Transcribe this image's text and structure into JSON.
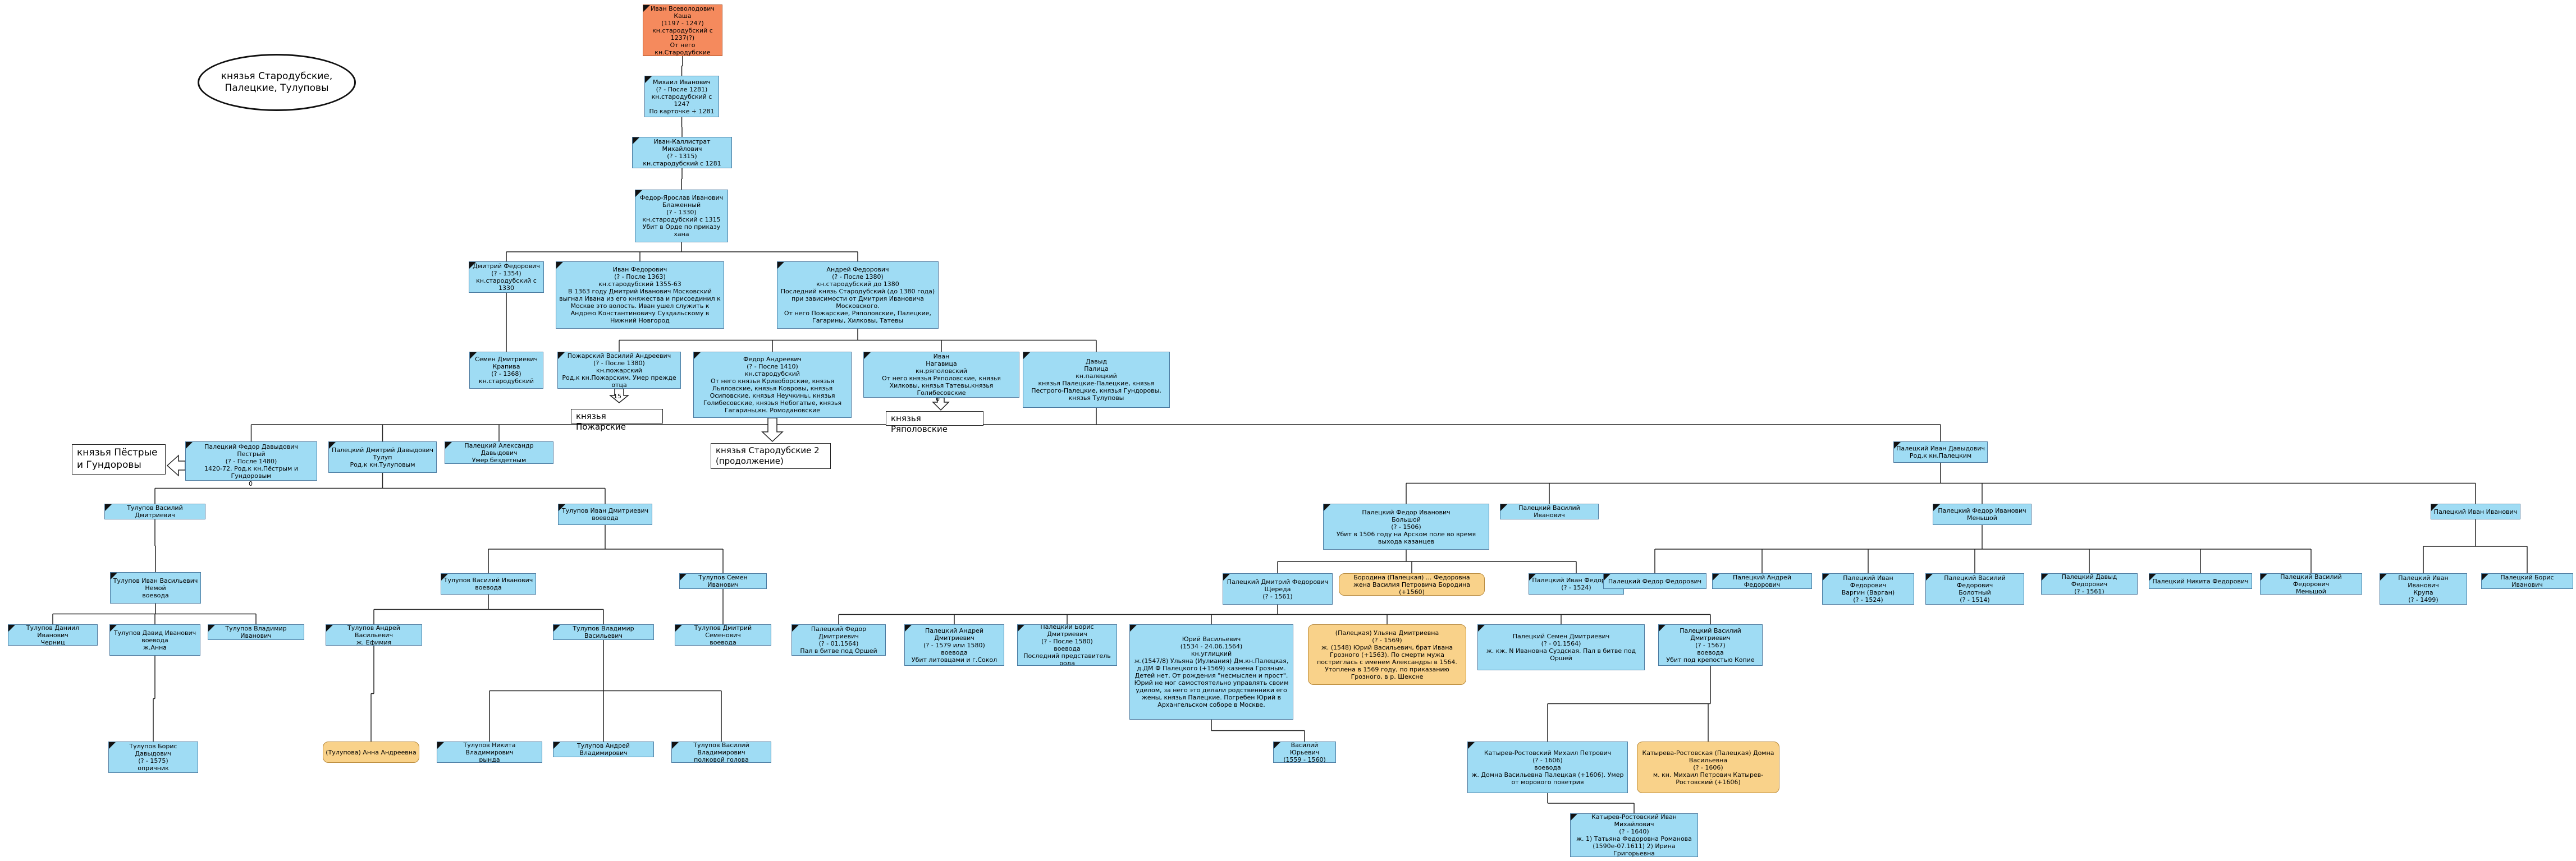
{
  "title": "князья Стародубские,\nПалецкие, Тулуповы",
  "colors": {
    "male": "#9fdcf4",
    "female": "#f9d28a",
    "root": "#f58a5d",
    "border": "#4a7aa0"
  },
  "nodes": [
    {
      "id": "ivan_kasha",
      "kind": "root",
      "text": "Иван Всеволодович\nКаша\n(1197 - 1247)\nкн.стародубский с 1237(?)\nОт него кн.Стародубские"
    },
    {
      "id": "mikhail",
      "text": "Михаил Иванович\n(? - После 1281)\nкн.стародубский с 1247\nПо карточке + 1281"
    },
    {
      "id": "ivan_kallistrat",
      "text": "Иван-Каллистрат Михайлович\n(? - 1315)\nкн.стародубский с 1281"
    },
    {
      "id": "fedor_blazh",
      "text": "Федор-Ярослав Иванович\nБлаженный\n(? - 1330)\nкн.стародубский с 1315\nУбит в Орде по приказу хана"
    },
    {
      "id": "dmitry_f",
      "text": "Дмитрий Федорович\n(? - 1354)\nкн.стародубский с 1330"
    },
    {
      "id": "ivan_f",
      "text": "Иван Федорович\n(? - После 1363)\nкн.стародубский 1355-63\nВ 1363 году Дмитрий Иванович Московский выгнал Ивана из его княжества и присоединил к Москве это волость. Иван ушел служить к Андрею Константиновичу Суздальскому в Нижний Новгород"
    },
    {
      "id": "andrey_f",
      "text": "Андрей Федорович\n(? - После 1380)\nкн.стародубский до 1380\nПоследний князь Стародубский (до 1380 года) при зависимости от Дмитрия Ивановича Московского.\nОт него Пожарские, Ряполовские, Палецкие, Гагарины, Хилковы, Татевы"
    },
    {
      "id": "semen_d",
      "text": "Семен Дмитриевич\nКрапива\n(? - 1368)\nкн.стародубский"
    },
    {
      "id": "vasily_pozh",
      "text": "Пожарский Василий Андреевич\n(? - После 1380)\nкн.пожарский\nРод.к кн.Пожарским. Умер прежде отца"
    },
    {
      "id": "fedor_a",
      "text": "Федор Андреевич\n(? - После 1410)\nкн.стародубский\nОт него князья Кривоборские, князья Льяловские, князья Ковровы, князья Осиповские, князья Неучкины, князья Голибесовские, князья Небогатые, князья Гагарины,кн. Ромодановские"
    },
    {
      "id": "ivan_a",
      "text": "Иван\nНагавица\nкн.ряполовский\nОт него князья Ряполовские, князья Хилковы, князья Татевы,князья Голибесовские"
    },
    {
      "id": "david",
      "text": "Давыд\nПалица\nкн.палецкий\nкнязья Палецкие-Палецкие, князья Пестрого-Палецкие, князья Гундоровы, князья Тулуповы"
    },
    {
      "id": "fedor_pestry",
      "text": "Палецкий Федор Давыдович\nПестрый\n(? - После 1480)\n1420-72. Род.к кн.Пёстрым и Гундоровым"
    },
    {
      "id": "dmitry_tulup",
      "text": "Палецкий Дмитрий Давыдович\nТулуп\nРод.к кн.Тулуповым"
    },
    {
      "id": "alexandr_d",
      "text": "Палецкий Александр Давыдович\nУмер бездетным"
    },
    {
      "id": "ivan_d",
      "text": "Палецкий Иван Давыдович\nРод.к кн.Палецким"
    },
    {
      "id": "vasily_dm",
      "text": "Тулупов Василий Дмитриевич"
    },
    {
      "id": "ivan_dm_voev",
      "text": "Тулупов Иван Дмитриевич\nвоевода"
    },
    {
      "id": "fedor_iv_bol",
      "text": "Палецкий Федор Иванович\nБольшой\n(? - 1506)\nУбит в 1506 году на Арском поле во время выхода казанцев"
    },
    {
      "id": "vasily_iv_p",
      "text": "Палецкий Василий Иванович"
    },
    {
      "id": "fedor_iv_men",
      "text": "Палецкий Федор Иванович\nМеньшой"
    },
    {
      "id": "ivan_iv_p",
      "text": "Палецкий Иван Иванович"
    },
    {
      "id": "ivan_vas_nem",
      "text": "Тулупов Иван Васильевич\nНемой\nвоевода"
    },
    {
      "id": "vasily_iv_voev",
      "text": "Тулупов Василий Иванович\nвоевода"
    },
    {
      "id": "semen_iv_t",
      "text": "Тулупов Семен Иванович"
    },
    {
      "id": "dmitry_fed_sh",
      "text": "Палецкий Дмитрий Федорович\nЩереда\n(? - 1561)"
    },
    {
      "id": "borodina",
      "kind": "female",
      "text": "Бородина (Палецкая) ... Федоровна\nжена Василия Петровича Бородина (+1560)"
    },
    {
      "id": "ivan_fed_p",
      "text": "Палецкий Иван Федорович\n(? - 1524)"
    },
    {
      "id": "fedor_fed_p",
      "text": "Палецкий Федор Федорович"
    },
    {
      "id": "andrey_fed_p",
      "text": "Палецкий Андрей Федорович"
    },
    {
      "id": "ivan_fed_varg",
      "text": "Палецкий Иван Федорович\nВаргин (Варган)\n(? - 1524)"
    },
    {
      "id": "vasily_fed_bol",
      "text": "Палецкий Василий Федорович\nБолотный\n(? - 1514)"
    },
    {
      "id": "david_fed_p",
      "text": "Палецкий Давыд Федорович\n(? - 1561)"
    },
    {
      "id": "nikita_fed_p",
      "text": "Палецкий Никита Федорович"
    },
    {
      "id": "vasily_fed_men",
      "text": "Палецкий Василий Федорович\nМеньшой"
    },
    {
      "id": "ivan_iv_krup",
      "text": "Палецкий Иван Иванович\nКрупа\n(? - 1499)"
    },
    {
      "id": "boris_iv_p",
      "text": "Палецкий Борис Иванович"
    },
    {
      "id": "danila_iv",
      "text": "Тулупов Даниил Иванович\nЧерниц"
    },
    {
      "id": "david_iv",
      "text": "Тулупов Давид Иванович\nвоевода\nж.Анна"
    },
    {
      "id": "vladimir_iv",
      "text": "Тулупов Владимир Иванович"
    },
    {
      "id": "andrey_vas",
      "text": "Тулупов Андрей Васильевич\nж. Ефимия"
    },
    {
      "id": "vladimir_vas",
      "text": "Тулупов Владимир Васильевич"
    },
    {
      "id": "dmitry_sem",
      "text": "Тулупов Дмитрий Семенович\nвоевода"
    },
    {
      "id": "fedor_dm_p",
      "text": "Палецкий Федор Дмитриевич\n(? - 01.1564)\nПал в битве под Оршей"
    },
    {
      "id": "andrey_dm_p",
      "text": "Палецкий Андрей Дмитриевич\n(? - 1579 или 1580)\nвоевода\nУбит литовцами и г.Сокол"
    },
    {
      "id": "boris_dm_p",
      "text": "Палецкий Борис Дмитриевич\n(? - После 1580)\nвоевода\nПоследний представитель рода"
    },
    {
      "id": "yury_vas",
      "text": "Юрий Васильевич\n(1534 - 24.06.1564)\nкн.углицкий\nж.(1547/8) Ульяна (Иулиания) Дм.кн.Палецкая, д.ДМ Ф Палецкого (+1569) казнена Грозным. Детей нет. От рождения \"несмыслен и прост\". Юрий не мог самостоятельно управлять своим уделом, за него это делали родственники его жены, князья Палецкие. Погребен Юрий в Архангельском соборе в Москве."
    },
    {
      "id": "ulyana",
      "kind": "female",
      "text": "(Палецкая) Ульяна Дмитриевна\n(? - 1569)\nж. (1548) Юрий Васильевич, брат Ивана Грозного (+1563). По смерти мужа постриглась с именем Александры в 1564. Утоплена в 1569 году, по приказанию Грозного, в р. Шексне"
    },
    {
      "id": "semen_dm_p",
      "text": "Палецкий Семен Дмитриевич\n(? - 01.1564)\nж. кж. N Ивановна Суздская. Пал в битве под Оршей"
    },
    {
      "id": "vasily_dm_p",
      "text": "Палецкий Василий Дмитриевич\n(? - 1567)\nвоевода\nУбит под крепостью Копие"
    },
    {
      "id": "boris_dav",
      "text": "Тулупов Борис Давыдович\n(? - 1575)\nопричник"
    },
    {
      "id": "anna_andr",
      "kind": "female",
      "text": "(Тулупова) Анна Андреевна"
    },
    {
      "id": "nikita_vlad",
      "text": "Тулупов Никита Владимирович\nрында"
    },
    {
      "id": "andrey_vlad",
      "text": "Тулупов Андрей Владимирович"
    },
    {
      "id": "vasily_vlad",
      "text": "Тулупов Василий Владимирович\nполковой голова"
    },
    {
      "id": "vasily_yur",
      "text": "Василий Юрьевич\n(1559 - 1560)"
    },
    {
      "id": "katyrev_mikh",
      "text": "Катырев-Ростовский Михаил Петрович\n(? - 1606)\nвоевода\nж. Домна Васильевна Палецкая (+1606). Умер от морового поветрия"
    },
    {
      "id": "domna",
      "kind": "female",
      "text": "Катырева-Ростовская (Палецкая) Домна Васильевна\n(? - 1606)\nм. кн. Михаил Петрович Катырев-Ростовский (+1606)"
    },
    {
      "id": "katyrev_ivan",
      "text": "Катырев-Ростовский Иван Михайлович\n(? - 1640)\nж. 1) Татьяна Федоровна Романова (1590е-07.1611) 2) Ирина Григорьевна"
    }
  ],
  "labels": [
    {
      "id": "pozharskie",
      "text": "князья Пожарские"
    },
    {
      "id": "ryapolovskie",
      "text": "князья Ряполовские"
    },
    {
      "id": "starodub2",
      "text": "князья Стародубские 2\n(продолжение)"
    },
    {
      "id": "pestrye",
      "text": "князья Пёстрые\nи Гундоровы"
    }
  ],
  "counts": [
    "15",
    "0",
    "0"
  ]
}
